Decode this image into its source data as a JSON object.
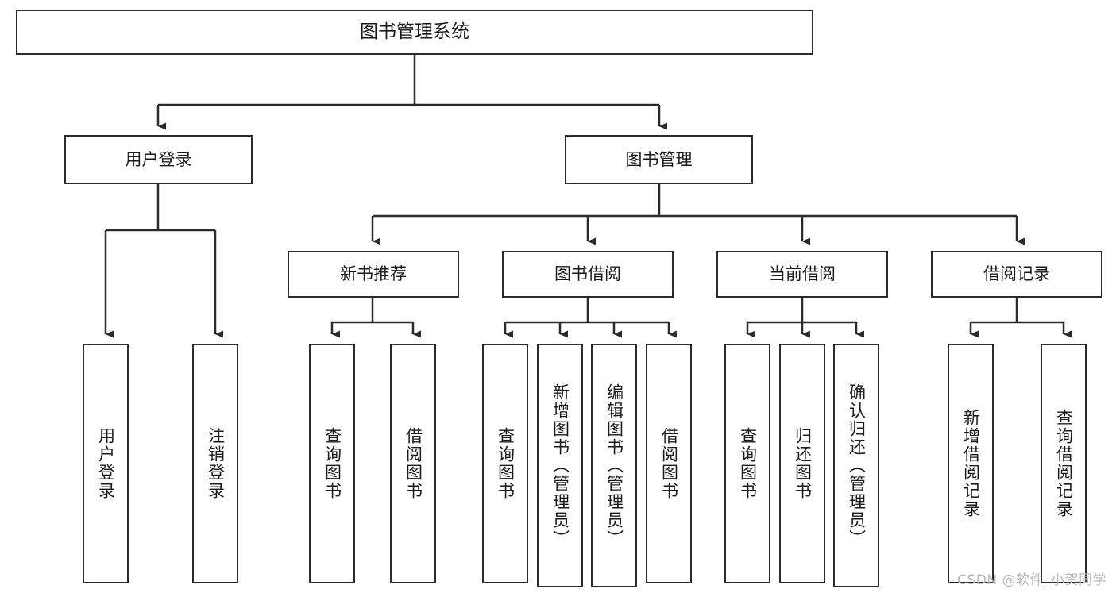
{
  "diagram": {
    "title": "图书管理系统",
    "type": "tree-hierarchy",
    "watermark": "CSDN @软件_小贺同学",
    "colors": {
      "box_border": "#2b2b2b",
      "box_fill": "#ffffff",
      "edge": "#2b2b2b",
      "text": "#1a1a1a",
      "watermark": "#b9b9b9",
      "background": "#ffffff"
    },
    "root": {
      "id": "root",
      "label": "图书管理系统"
    },
    "level1": [
      {
        "id": "user-login",
        "label": "用户登录"
      },
      {
        "id": "book-manage",
        "label": "图书管理"
      }
    ],
    "level2": [
      {
        "id": "new-book-recommend",
        "label": "新书推荐",
        "parent": "book-manage"
      },
      {
        "id": "book-borrow",
        "label": "图书借阅",
        "parent": "book-manage"
      },
      {
        "id": "current-borrow",
        "label": "当前借阅",
        "parent": "book-manage"
      },
      {
        "id": "borrow-record",
        "label": "借阅记录",
        "parent": "book-manage"
      }
    ],
    "leaves": {
      "user-login": [
        {
          "id": "leaf-user-login",
          "label": "用户登录"
        },
        {
          "id": "leaf-user-logout",
          "label": "注销登录"
        }
      ],
      "new-book-recommend": [
        {
          "id": "leaf-query-book-1",
          "label": "查询图书"
        },
        {
          "id": "leaf-borrow-book-1",
          "label": "借阅图书"
        }
      ],
      "book-borrow": [
        {
          "id": "leaf-query-book-2",
          "label": "查询图书"
        },
        {
          "id": "leaf-add-book",
          "label": "新增图书（管理员）"
        },
        {
          "id": "leaf-edit-book",
          "label": "编辑图书（管理员）"
        },
        {
          "id": "leaf-borrow-book-2",
          "label": "借阅图书"
        }
      ],
      "current-borrow": [
        {
          "id": "leaf-query-book-3",
          "label": "查询图书"
        },
        {
          "id": "leaf-return-book",
          "label": "归还图书"
        },
        {
          "id": "leaf-confirm-return",
          "label": "确认归还（管理员）"
        }
      ],
      "borrow-record": [
        {
          "id": "leaf-add-record",
          "label": "新增借阅记录"
        },
        {
          "id": "leaf-query-record",
          "label": "查询借阅记录"
        }
      ]
    }
  }
}
